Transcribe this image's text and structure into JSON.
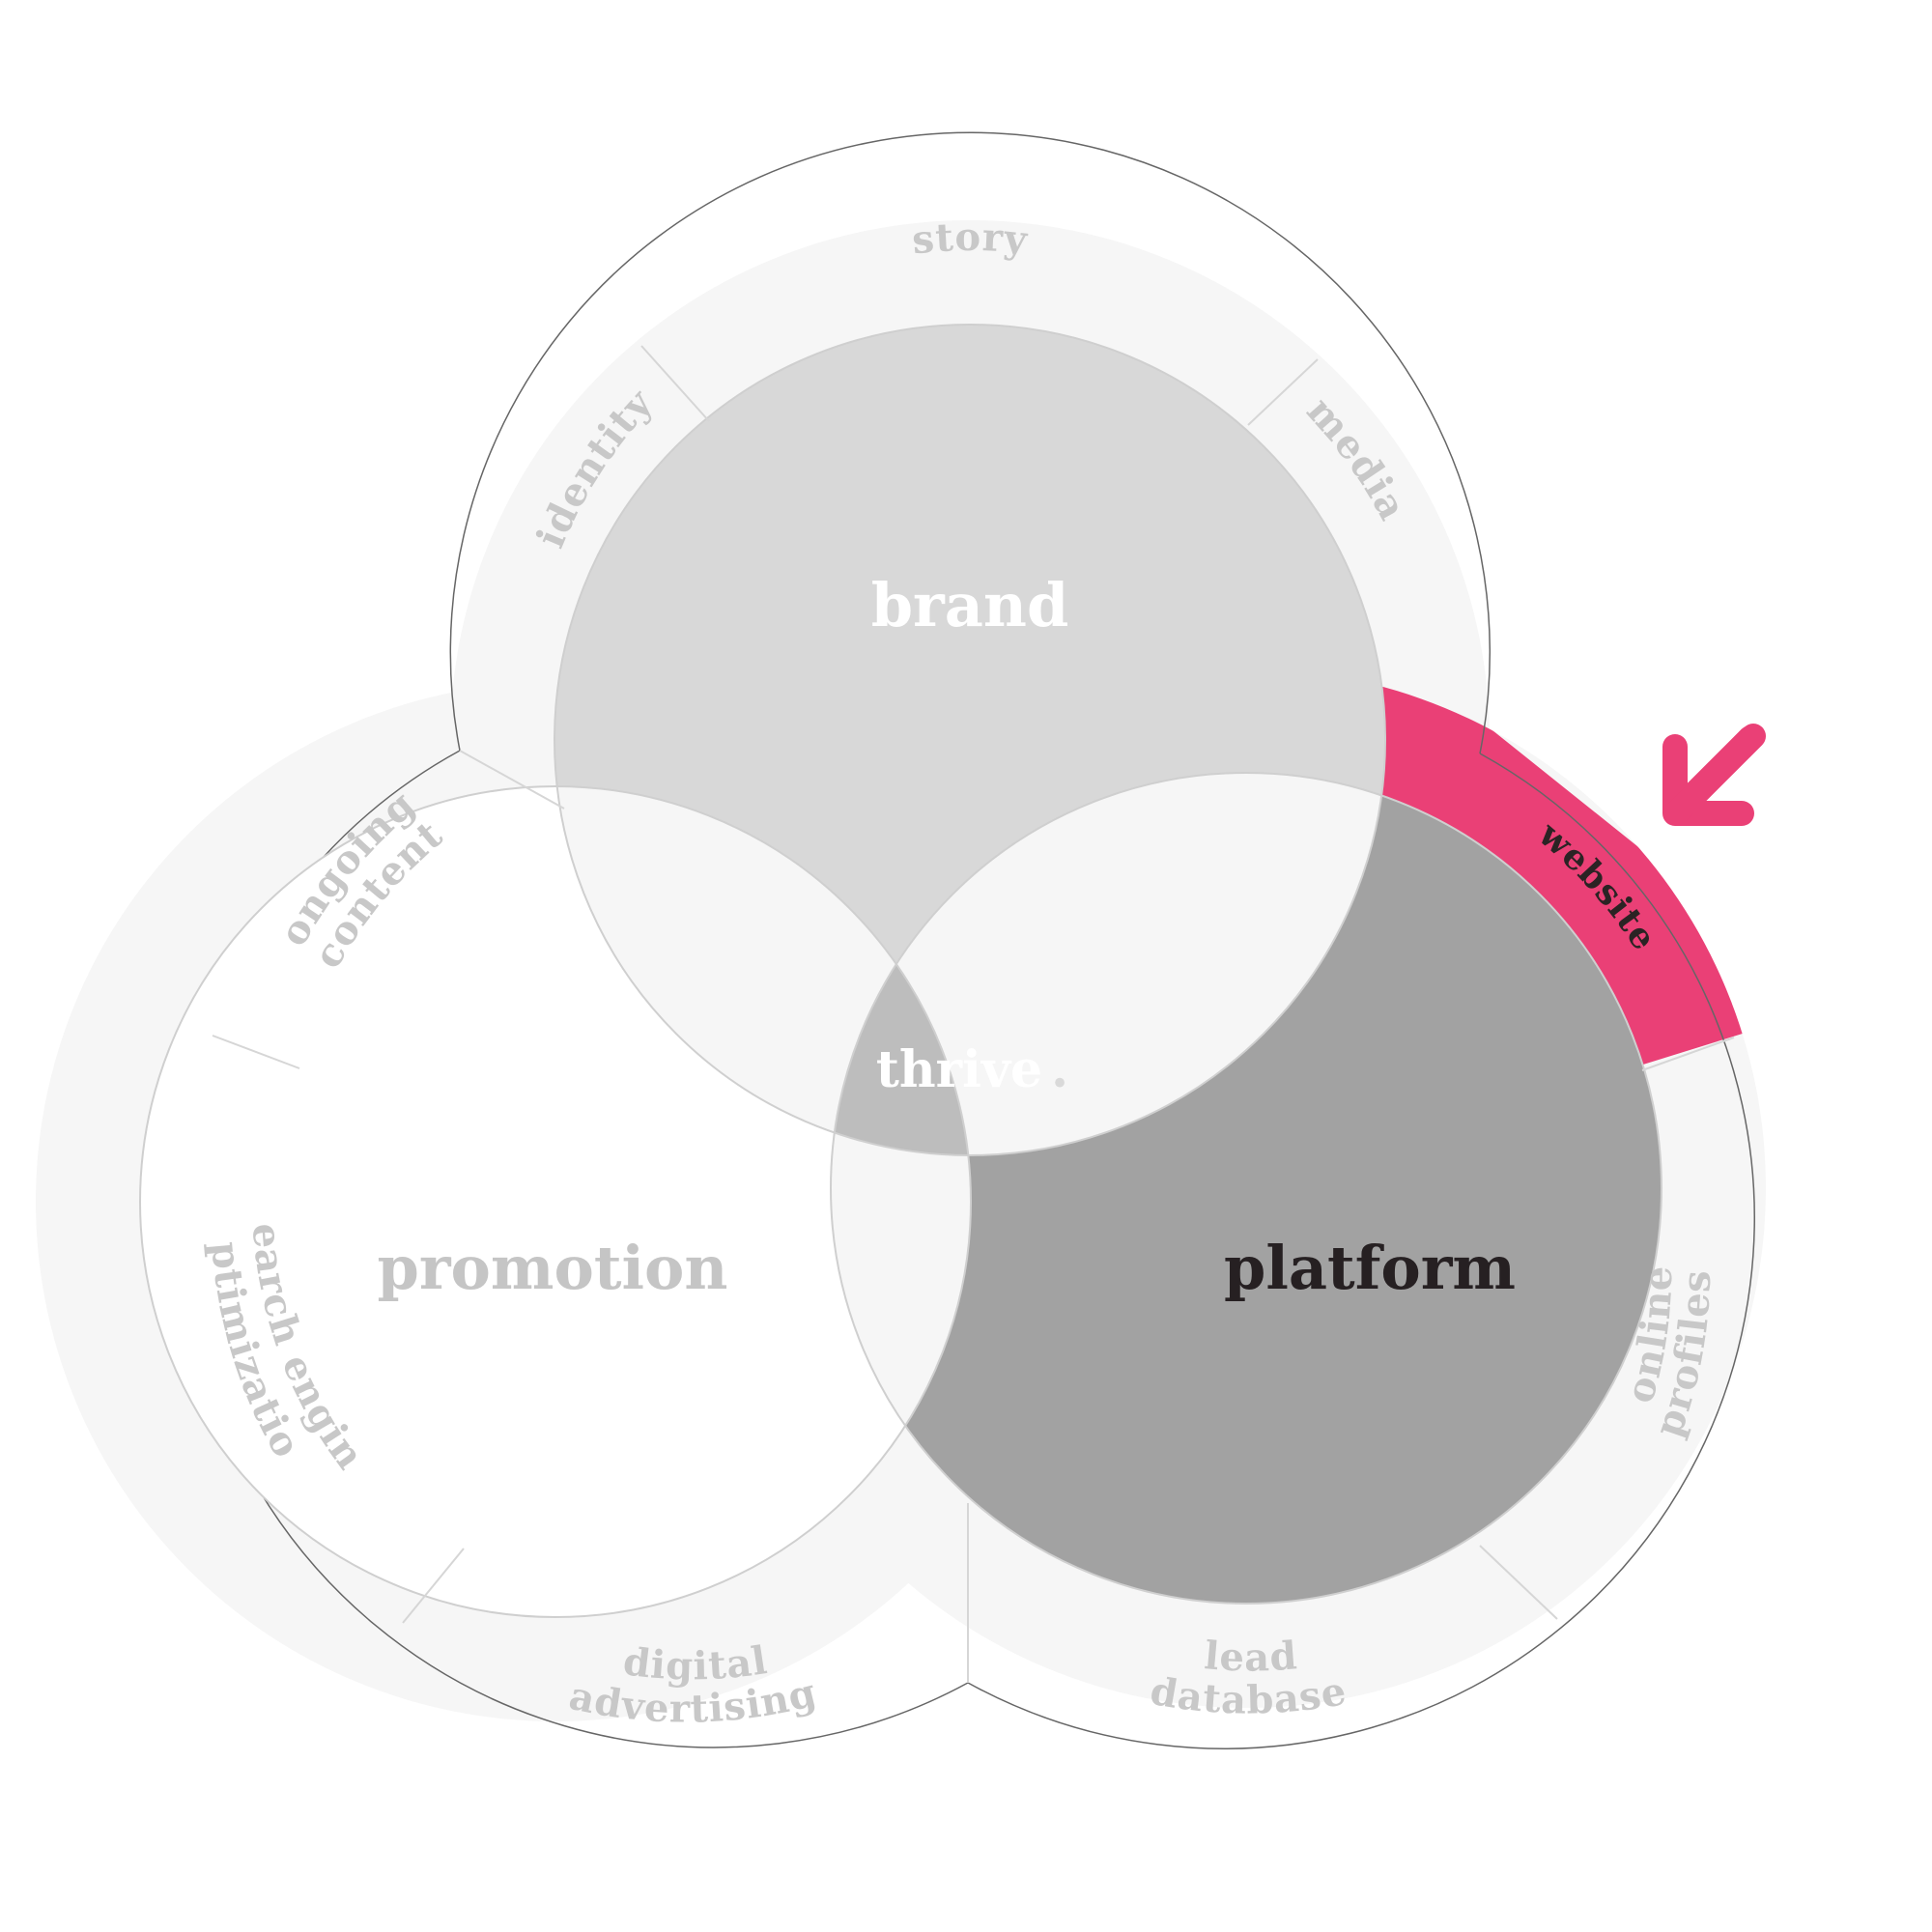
{
  "center": {
    "label": "thrive",
    "dot": "."
  },
  "circles": {
    "brand": {
      "label": "brand",
      "fill": "#d8d8d8",
      "text_color": "#ffffff"
    },
    "promotion": {
      "label": "promotion",
      "fill": "#ffffff",
      "text_color": "#c5c5c5"
    },
    "platform": {
      "label": "platform",
      "fill": "#a2a2a2",
      "text_color": "#262022"
    }
  },
  "segments": {
    "story": "story",
    "identity": "identity",
    "media": "media",
    "ongoing_content": [
      "ongoing",
      "content"
    ],
    "search_engine_optimization": [
      "search engine",
      "optimization"
    ],
    "digital_advertising": [
      "digital",
      "advertising"
    ],
    "lead_database": [
      "lead",
      "database"
    ],
    "online_profiles": [
      "online",
      "profiles"
    ],
    "website": "website"
  },
  "colors": {
    "ring": "#f6f6f6",
    "lens": "#f6f6f6",
    "thrive_fill": "#bdbdbd",
    "highlight": "#ea4076",
    "line": "#cfcfcf",
    "outline": "#666666"
  },
  "highlighted_segment": "website",
  "arrow_icon": "arrow-down-left-icon"
}
